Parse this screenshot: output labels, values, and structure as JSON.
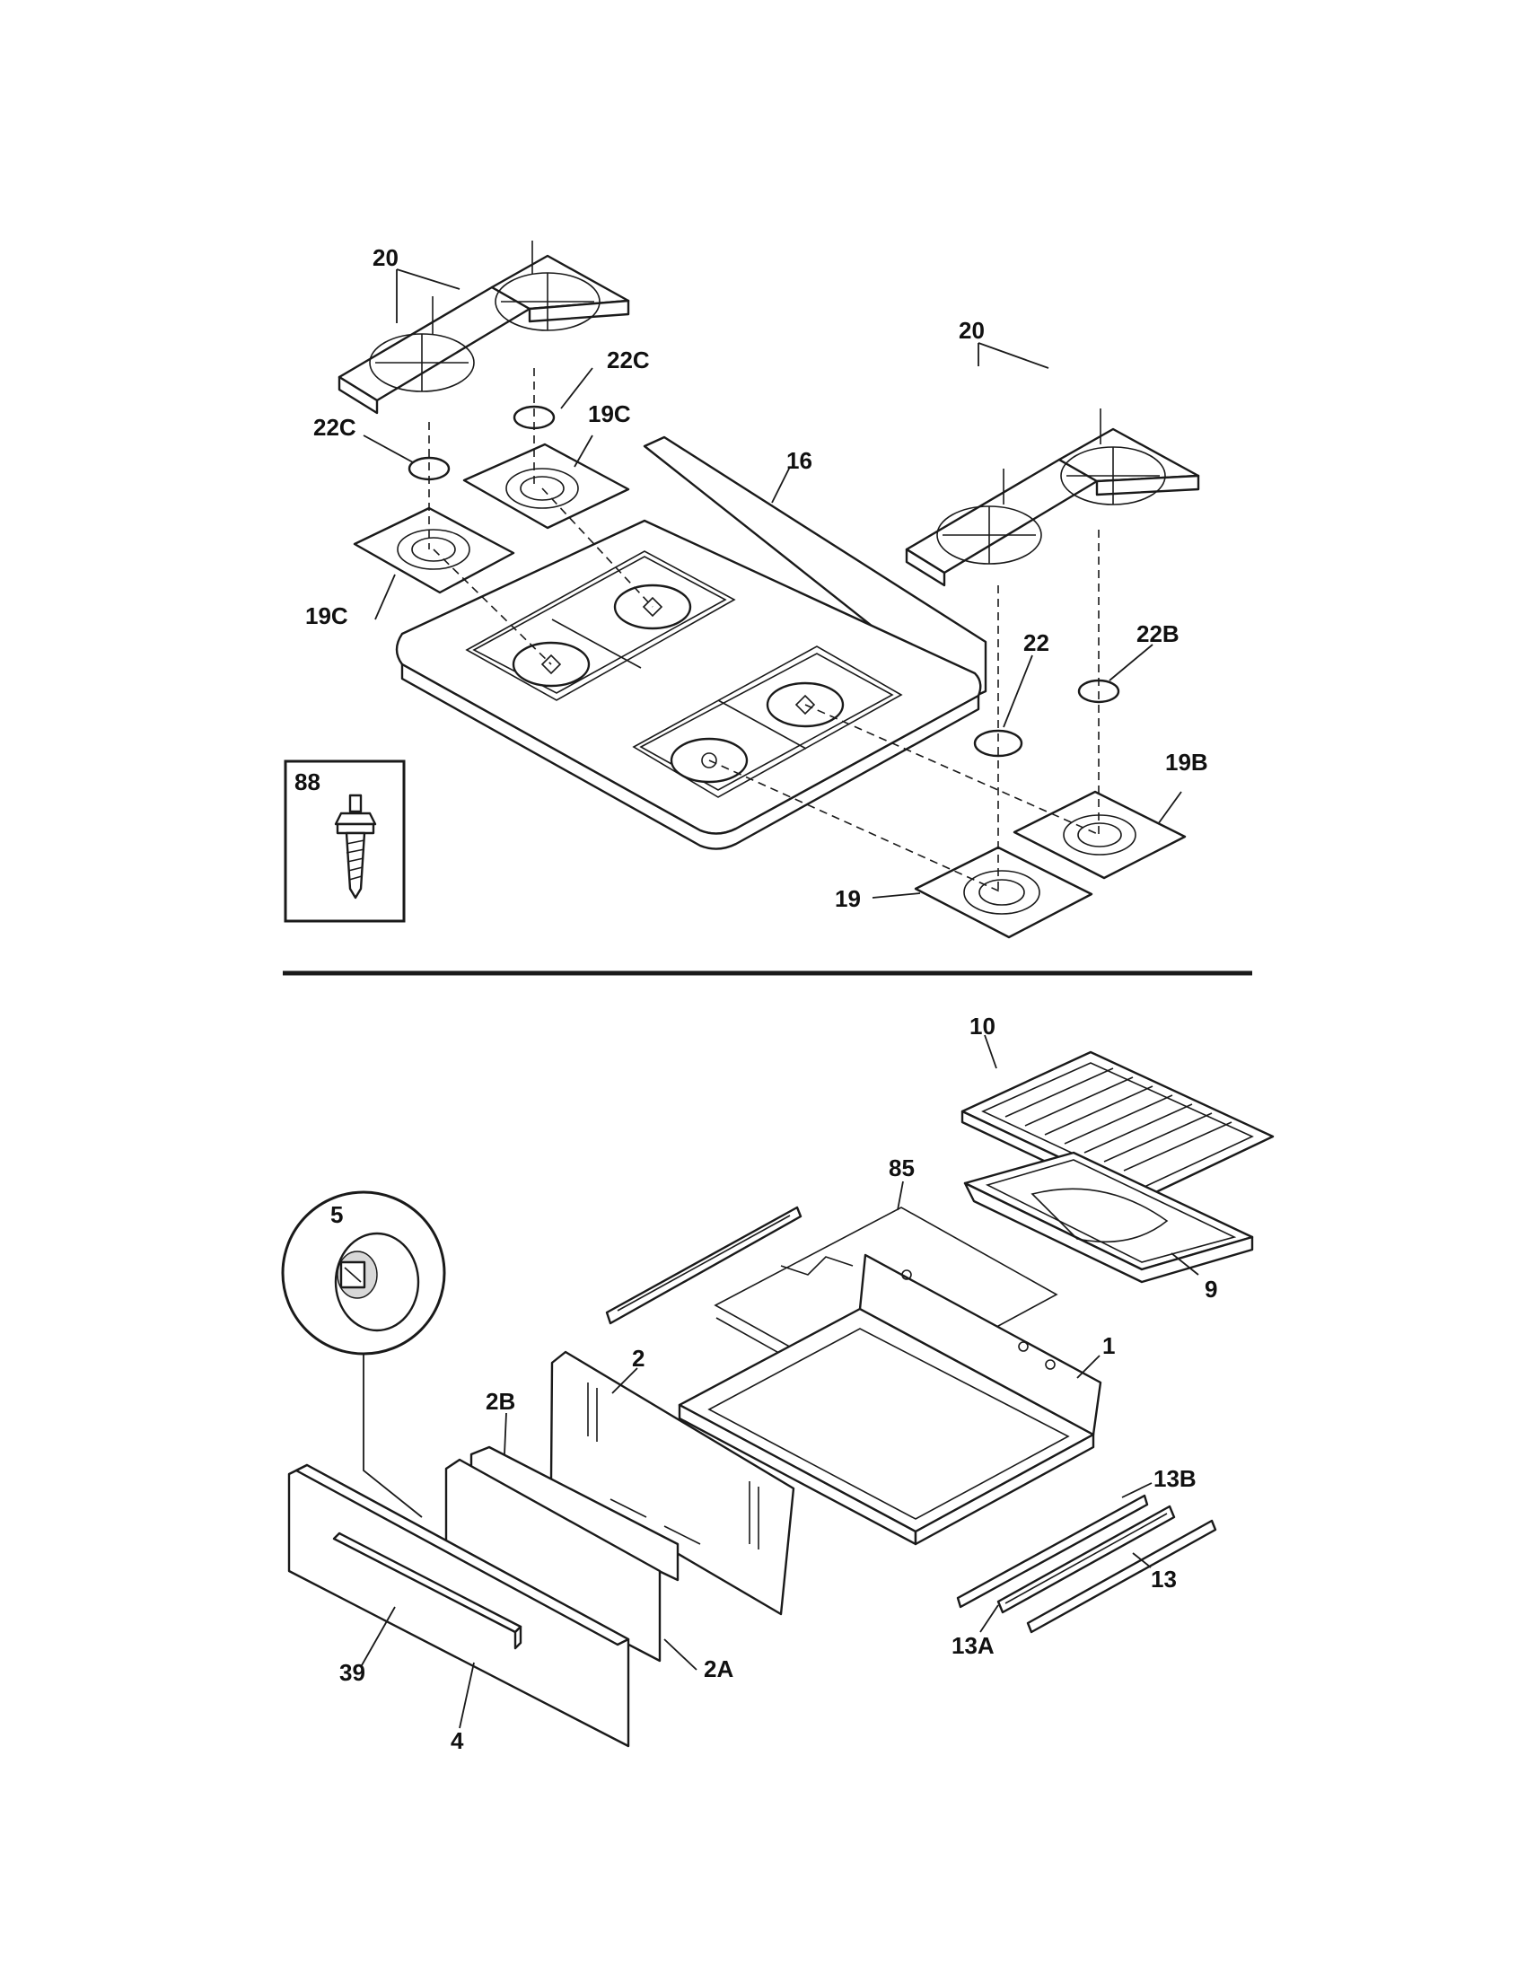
{
  "callouts": {
    "c20_top": "20",
    "c22c_right": "22C",
    "c22c_left": "22C",
    "c19c_top": "19C",
    "c16": "16",
    "c19c_bottom": "19C",
    "c20_right": "20",
    "c22": "22",
    "c22b": "22B",
    "c19b": "19B",
    "c19": "19",
    "c88": "88",
    "c10": "10",
    "c85": "85",
    "c5": "5",
    "c9": "9",
    "c1": "1",
    "c2": "2",
    "c2b": "2B",
    "c13b": "13B",
    "c13": "13",
    "c13a": "13A",
    "c2a": "2A",
    "c39": "39",
    "c4": "4"
  },
  "colors": {
    "line": "#1a1a1a",
    "background": "#ffffff"
  }
}
